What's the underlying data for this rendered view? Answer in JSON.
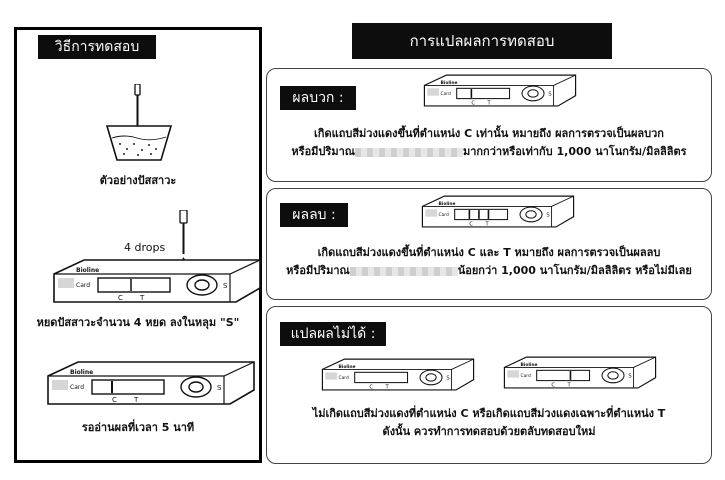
{
  "left": {
    "title": "วิธีการทดสอบ",
    "step1_caption": "ตัวอย่างปัสสาวะ",
    "drops_label": "4 drops",
    "step2_caption": "หยดปัสสาวะจำนวน 4 หยด ลงในหลุม \"S\"",
    "step3_caption": "รออ่านผลที่เวลา 5 นาที"
  },
  "card": {
    "brand": "Bioline",
    "word": "Card",
    "c": "C",
    "t": "T",
    "s": "S"
  },
  "right": {
    "title": "การแปลผลการทดสอบ",
    "positive": {
      "label": "ผลบวก :",
      "line1": "เกิดแถบสีม่วงแดงขึ้นที่ตำแหน่ง C เท่านั้น หมายถึง ผลการตรวจเป็นผลบวก",
      "line2_a": "หรือมีปริมาณ",
      "line2_b": "มากกว่าหรือเท่ากับ 1,000 นาโนกรัม/มิลลิลิตร"
    },
    "negative": {
      "label": "ผลลบ :",
      "line1": "เกิดแถบสีม่วงแดงขึ้นที่ตำแหน่ง C และ T หมายถึง ผลการตรวจเป็นผลลบ",
      "line2_a": "หรือมีปริมาณ",
      "line2_b": "น้อยกว่า 1,000 นาโนกรัม/มิลลิลิตร หรือไม่มีเลย"
    },
    "invalid": {
      "label": "แปลผลไม่ได้ :",
      "line1": "ไม่เกิดแถบสีม่วงแดงที่ตำแหน่ง C หรือเกิดแถบสีม่วงแดงเฉพาะที่ตำแหน่ง T",
      "line2": "ดังนั้น ควรทำการทดสอบด้วยตลับทดสอบใหม่"
    }
  }
}
